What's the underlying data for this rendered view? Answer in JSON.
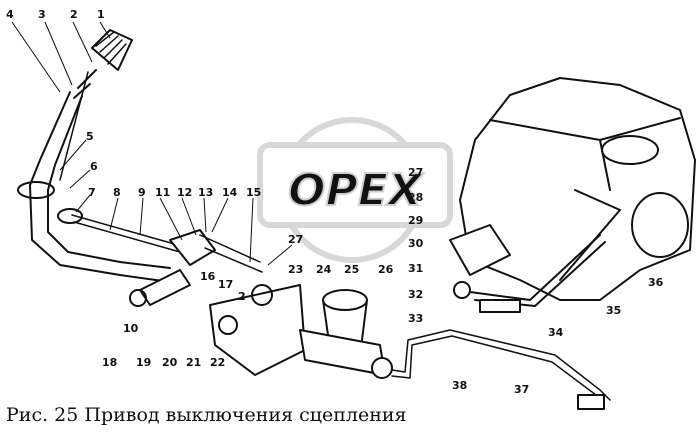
{
  "caption": "Рис. 25 Привод выключения сцепления",
  "watermark_text": "OPEX",
  "colors": {
    "ink": "#111111",
    "watermark": "#d8d8d8",
    "background": "#ffffff"
  },
  "callouts": [
    "1",
    "2",
    "3",
    "4",
    "5",
    "6",
    "7",
    "8",
    "9",
    "10",
    "11",
    "12",
    "13",
    "14",
    "15",
    "2",
    "23",
    "24",
    "25",
    "26",
    "27",
    "16",
    "17",
    "27",
    "28",
    "29",
    "30",
    "31",
    "32",
    "33",
    "34",
    "35",
    "36",
    "37",
    "38",
    "18",
    "19",
    "20",
    "21",
    "22"
  ]
}
